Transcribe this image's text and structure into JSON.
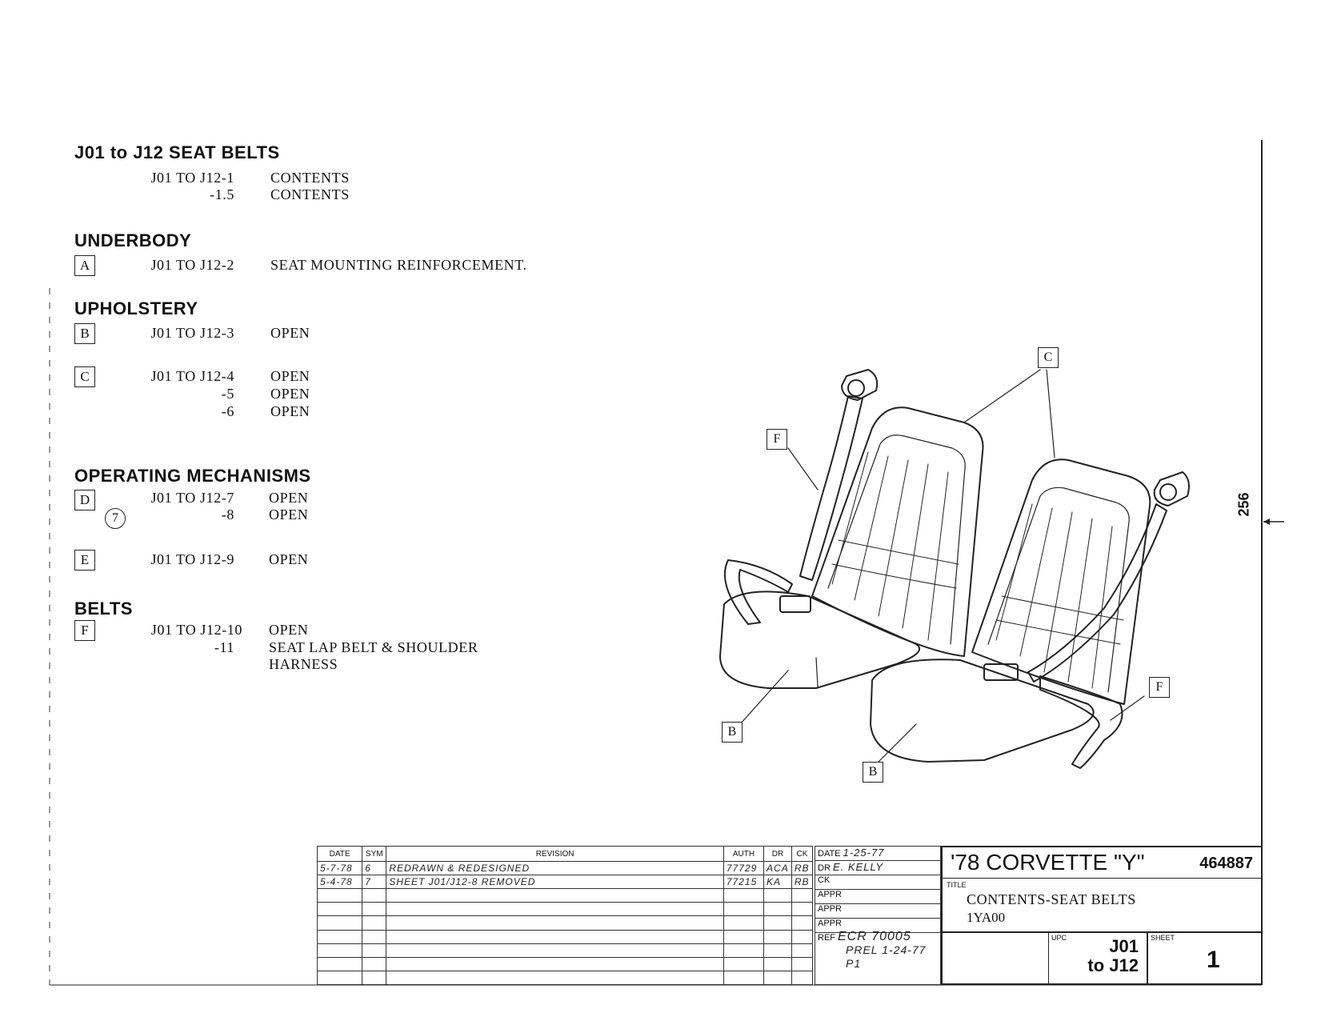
{
  "index": {
    "title": "J01 to J12 SEAT BELTS",
    "contents": [
      {
        "code": "J01 TO J12-1",
        "desc": "CONTENTS"
      },
      {
        "code": "-1.5",
        "desc": "CONTENTS"
      }
    ],
    "sections": [
      {
        "heading": "UNDERBODY",
        "groups": [
          {
            "letter": "A",
            "lines": [
              {
                "code": "J01 TO J12-2",
                "desc": "SEAT MOUNTING REINFORCEMENT."
              }
            ]
          }
        ]
      },
      {
        "heading": "UPHOLSTERY",
        "groups": [
          {
            "letter": "B",
            "lines": [
              {
                "code": "J01 TO J12-3",
                "desc": "OPEN"
              }
            ]
          },
          {
            "letter": "C",
            "lines": [
              {
                "code": "J01 TO J12-4",
                "desc": "OPEN"
              },
              {
                "code": "-5",
                "desc": "OPEN"
              },
              {
                "code": "-6",
                "desc": "OPEN"
              }
            ]
          }
        ]
      },
      {
        "heading": "OPERATING MECHANISMS",
        "groups": [
          {
            "letter": "D",
            "lines": [
              {
                "code": "J01 TO J12-7",
                "desc": "OPEN"
              },
              {
                "code": "-8",
                "desc": "OPEN",
                "circle": "7"
              }
            ]
          },
          {
            "letter": "E",
            "lines": [
              {
                "code": "J01 TO J12-9",
                "desc": "OPEN"
              }
            ]
          }
        ]
      },
      {
        "heading": "BELTS",
        "groups": [
          {
            "letter": "F",
            "lines": [
              {
                "code": "J01 TO J12-10",
                "desc": "OPEN"
              },
              {
                "code": "-11",
                "desc": "SEAT LAP BELT & SHOULDER"
              },
              {
                "code": "",
                "desc": "HARNESS"
              }
            ]
          }
        ]
      }
    ]
  },
  "illustration": {
    "callouts": [
      "C",
      "F",
      "F",
      "B",
      "B"
    ]
  },
  "side_number": "256",
  "title_block": {
    "rev_headers": [
      "DATE",
      "SYM",
      "REVISION",
      "AUTH",
      "DR",
      "CK"
    ],
    "revisions": [
      {
        "date": "5-7-78",
        "sym": "6",
        "revision": "REDRAWN & REDESIGNED",
        "auth": "77729",
        "dr": "ACA",
        "ck": "RB"
      },
      {
        "date": "5-4-78",
        "sym": "7",
        "revision": "SHEET J01/J12-8 REMOVED",
        "auth": "77215",
        "dr": "KA",
        "ck": "RB"
      }
    ],
    "date_label": "DATE",
    "date_value": "1-25-77",
    "dr_label": "DR",
    "dr_value": "E. KELLY",
    "ck_label": "CK",
    "appr_label": "APPR",
    "ref_label": "REF",
    "ref_lines": [
      "ECR 70005",
      "PREL 1-24-77",
      "P1"
    ],
    "car": "'78 CORVETTE \"Y\"",
    "number": "464887",
    "title_label": "TITLE",
    "title_line1": "CONTENTS-SEAT BELTS",
    "title_line2": "1YA00",
    "upc_label": "UPC",
    "upc_line1": "J01",
    "upc_line2": "to J12",
    "sheet_label": "SHEET",
    "sheet_value": "1"
  }
}
